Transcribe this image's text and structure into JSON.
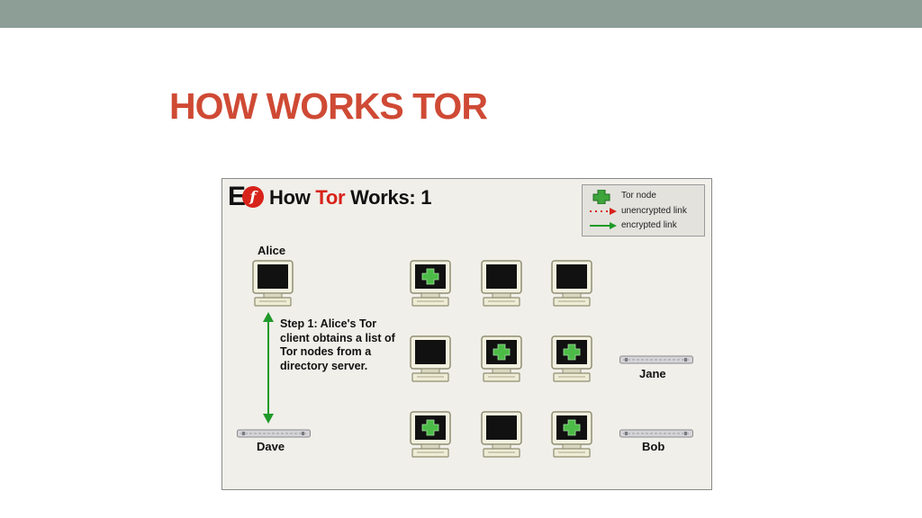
{
  "slide": {
    "title": "HOW WORKS TOR"
  },
  "figure": {
    "logo_text": "E",
    "logo_mark": "f",
    "title_prefix": "How ",
    "title_highlight": "Tor",
    "title_suffix": " Works: 1",
    "legend": {
      "tor_node": "Tor node",
      "unencrypted": "unencrypted link",
      "encrypted": "encrypted link"
    },
    "labels": {
      "alice": "Alice",
      "dave": "Dave",
      "jane": "Jane",
      "bob": "Bob"
    },
    "step_text": "Step 1: Alice's Tor client obtains a list of Tor nodes from a directory server.",
    "colors": {
      "tor_red": "#d7231a",
      "encrypted_green": "#1f9a2a",
      "node_green": "#3da53c",
      "title_red": "#cf4a35"
    },
    "icons": {
      "computer": "computer-icon",
      "tor_node": "tor-node-icon",
      "server": "server-icon"
    }
  }
}
